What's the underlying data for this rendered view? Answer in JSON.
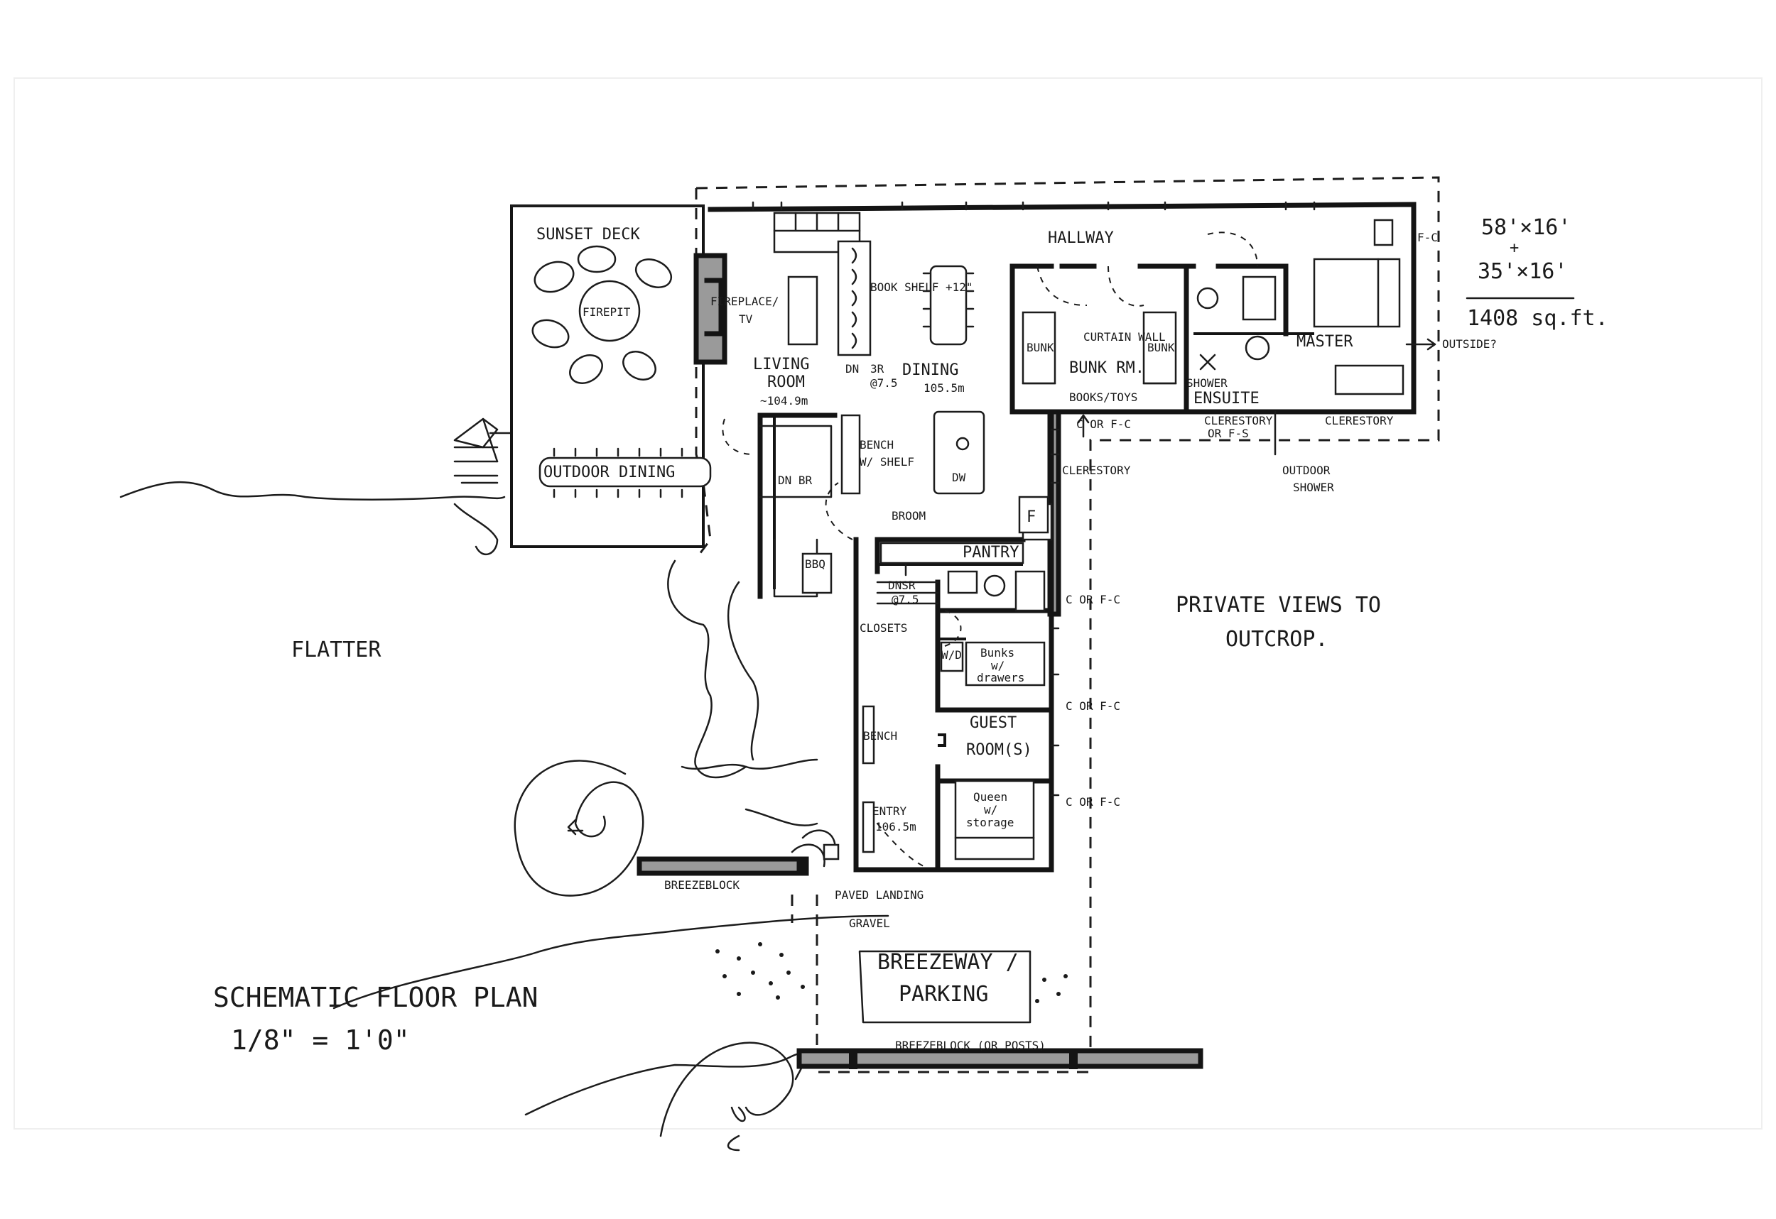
{
  "plan": {
    "title": "SCHEMATIC FLOOR PLAN",
    "scale": "1/8\" = 1'0\"",
    "area_calc": {
      "line1": "58'×16'",
      "plus": "+",
      "line2": "35'×16'",
      "total": "1408 sq.ft."
    }
  },
  "rooms": {
    "sunset_deck": "SUNSET DECK",
    "fire_pit": "FIREPIT",
    "fireplace": "FIREPLACE/",
    "tv": "TV",
    "living_room": "LIVING",
    "living_room_2": "ROOM",
    "living_area": "~104.9m",
    "bookshelf": "BOOK SHELF +12\"",
    "dn": "DN",
    "step": "3R",
    "step_2": "@7.5",
    "dining": "DINING",
    "dining_area": "105.5m",
    "hallway": "HALLWAY",
    "bunk_left": "BUNK",
    "curtain_wall": "CURTAIN WALL",
    "bunk_room": "BUNK RM.",
    "bunk_right": "BUNK",
    "books_toys": "BOOKS/TOYS",
    "shower": "SHOWER",
    "ensuite": "ENSUITE",
    "master": "MASTER",
    "outside": "OUTSIDE?",
    "fc_top": "F-C",
    "clerestory_master": "CLERESTORY",
    "clerestory_ensuite": "CLERESTORY",
    "clerestory_ensuite_2": "OR F-S",
    "c_or_fc_top": "C OR F-C",
    "clerestory_corridor": "CLERESTORY",
    "outdoor_shower": "OUTDOOR",
    "outdoor_shower_2": "SHOWER",
    "outdoor_dining": "OUTDOOR DINING",
    "dn_br": "DN BR",
    "bench_shelf": "BENCH",
    "bench_shelf_2": "W/ SHELF",
    "dw": "DW",
    "broom": "BROOM",
    "pantry": "PANTRY",
    "f_label": "F",
    "bbq": "BBQ",
    "dn_stair": "DNSR",
    "dn_stair_2": "@7.5",
    "closets": "CLOSETS",
    "wd": "W/D",
    "bunks_drawers": "Bunks",
    "bunks_drawers_2": "w/",
    "bunks_drawers_3": "drawers",
    "guest_room": "GUEST",
    "guest_room_2": "ROOM(S)",
    "bench": "BENCH",
    "queen": "Queen",
    "queen_2": "w/",
    "queen_3": "storage",
    "entry": "ENTRY",
    "entry_area": "106.5m",
    "c_or_fc_1": "C OR F-C",
    "c_or_fc_2": "C OR F-C",
    "c_or_fc_3": "C OR F-C",
    "private_views": "PRIVATE VIEWS TO",
    "private_views_2": "OUTCROP.",
    "flatter": "FLATTER",
    "breezeblock_left": "BREEZEBLOCK",
    "paved_landing": "PAVED LANDING",
    "gravel": "GRAVEL",
    "breezeway": "BREEZEWAY /",
    "parking": "PARKING",
    "breezeblock_bottom": "BREEZEBLOCK (OR POSTS)"
  }
}
